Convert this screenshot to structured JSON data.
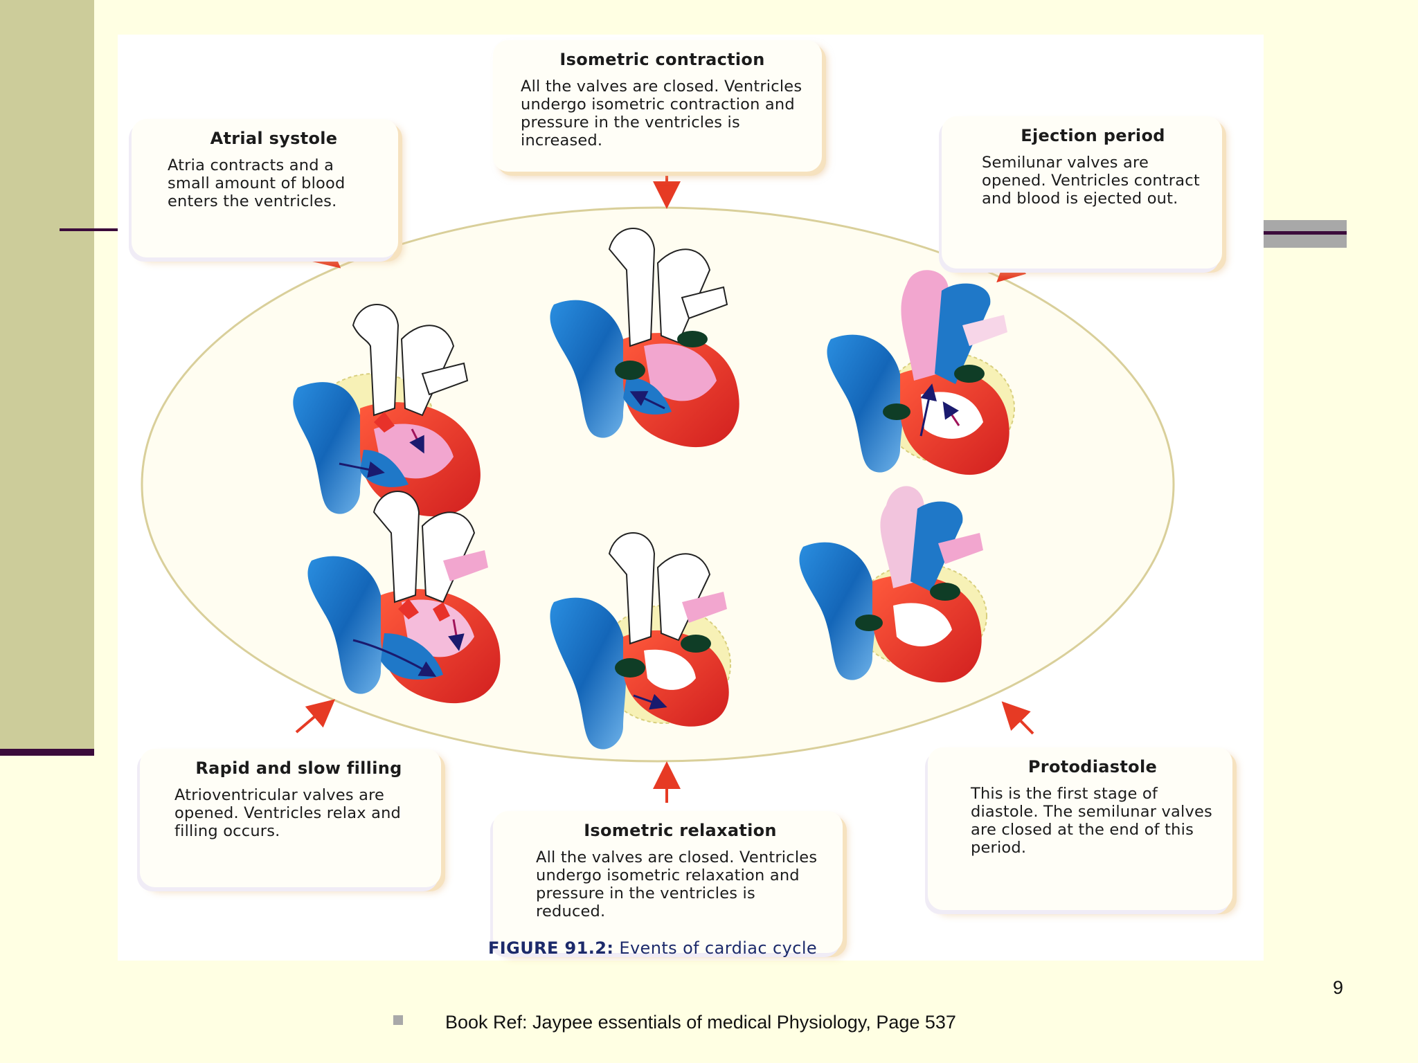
{
  "slide": {
    "page_number": "9",
    "reference": "Book Ref: Jaypee essentials of medical Physiology, Page 537"
  },
  "figure": {
    "caption_label": "FIGURE 91.2:",
    "caption_text": "Events of cardiac cycle",
    "phases": {
      "atrial_systole": {
        "title": "Atrial systole",
        "text": "Atria contracts and a small amount of blood enters the ventricles."
      },
      "isometric_contraction": {
        "title": "Isometric contraction",
        "text": "All the valves are closed. Ventricles undergo isometric contraction and pressure in the ventricles is increased."
      },
      "ejection_period": {
        "title": "Ejection period",
        "text": "Semilunar valves are opened. Ventricles contract and blood is ejected out."
      },
      "rapid_slow_filling": {
        "title": "Rapid and slow filling",
        "text": "Atrioventricular valves are opened. Ventricles relax and filling occurs."
      },
      "isometric_relaxation": {
        "title": "Isometric relaxation",
        "text": "All the valves are closed. Ventricles undergo isometric relaxation and pressure in the ventricles is reduced."
      },
      "protodiastole": {
        "title": "Protodiastole",
        "text": "This is the first stage of diastole. The semilunar valves are closed at the end of this period."
      }
    },
    "colors": {
      "venous_blue": "#1f78c8",
      "arterial_red": "#e8322a",
      "pink": "#f2a6cf",
      "valve_green": "#0f3d26",
      "arrow_red": "#e63a24",
      "cycle_ellipse": "#d9cf9a"
    }
  }
}
